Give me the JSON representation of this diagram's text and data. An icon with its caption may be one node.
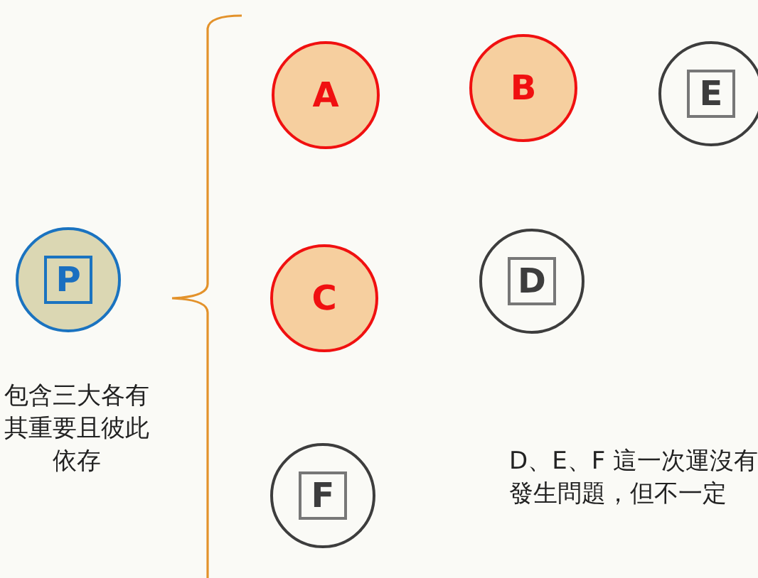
{
  "diagram": {
    "nodes": [
      {
        "text": [
          "A"
        ]
      },
      {
        "text": [
          "B"
        ]
      },
      {
        "text": [
          "E"
        ]
      },
      {
        "text": [
          "P"
        ]
      },
      {
        "text": [
          "C"
        ]
      },
      {
        "text": [
          "D"
        ]
      },
      {
        "text": [
          "F"
        ]
      }
    ],
    "labels": [
      "包含三大各有其重要且彼此依存",
      "D、E、F 這一次運沒有發生問題，但不一定"
    ]
  }
}
